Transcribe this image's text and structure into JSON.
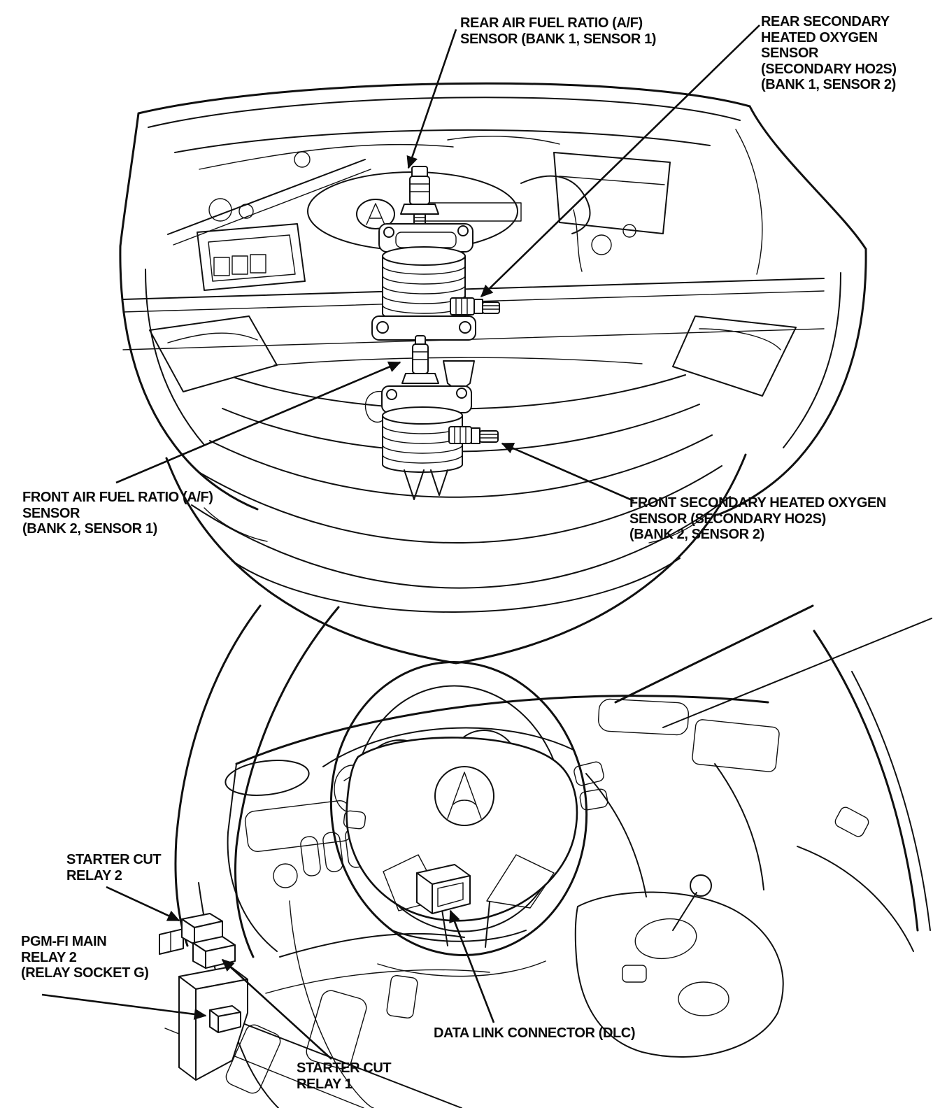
{
  "page": {
    "background_color": "#ffffff",
    "ink_color": "#101010",
    "description_visible_text_only": true
  },
  "icons": {
    "acura_logo_glyph": "A"
  },
  "labels": {
    "rear_af": {
      "text": "REAR AIR FUEL RATIO (A/F)\nSENSOR (BANK 1, SENSOR 1)"
    },
    "rear_ho2s": {
      "text": "REAR SECONDARY\nHEATED OXYGEN\nSENSOR\n(SECONDARY HO2S)\n(BANK 1, SENSOR 2)"
    },
    "front_af": {
      "text": "FRONT AIR FUEL RATIO (A/F)\nSENSOR\n(BANK 2, SENSOR 1)"
    },
    "front_ho2s": {
      "text": "FRONT SECONDARY HEATED OXYGEN\nSENSOR (SECONDARY HO2S)\n(BANK 2, SENSOR 2)"
    },
    "starter_cut_relay_2": {
      "text": "STARTER CUT\nRELAY 2"
    },
    "pgm_fi_main_relay_2": {
      "text": "PGM-FI MAIN\nRELAY 2\n(RELAY SOCKET G)"
    },
    "starter_cut_relay_1": {
      "text": "STARTER CUT\nRELAY 1"
    },
    "data_link_connector": {
      "text": "DATA LINK CONNECTOR (DLC)"
    }
  }
}
